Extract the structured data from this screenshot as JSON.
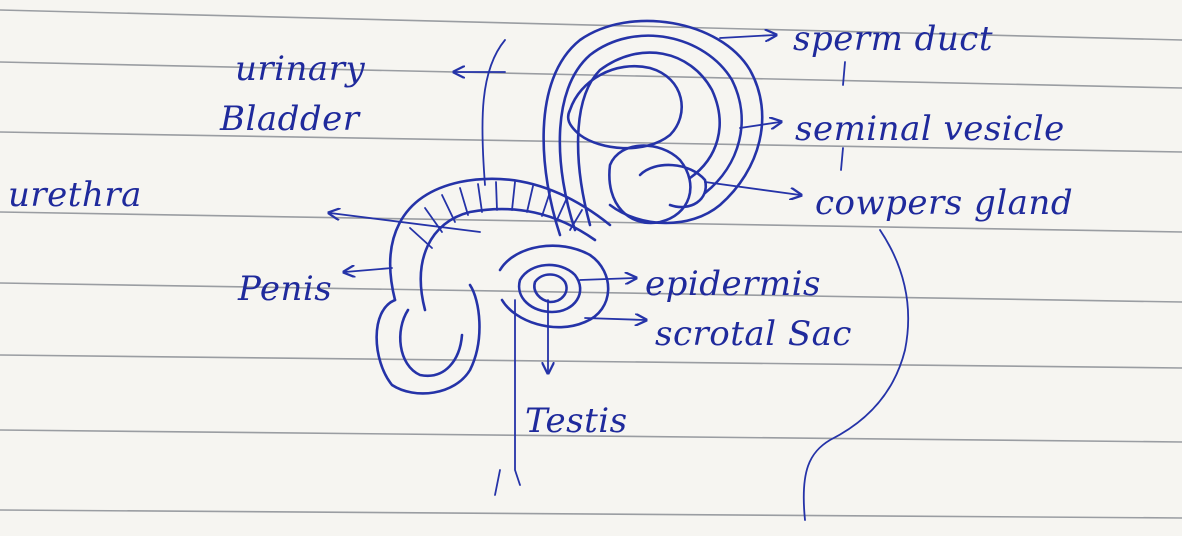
{
  "labels": {
    "sperm_duct": "sperm duct",
    "seminal_vesicle": "seminal vesicle",
    "cowpers_gland": "cowpers gland",
    "urinary": "urinary",
    "bladder": "Bladder",
    "urethra": "urethra",
    "penis": "Penis",
    "epidermis": "epidermis",
    "scrotal_sac": "scrotal Sac",
    "testis": "Testis"
  },
  "colors": {
    "ink": "#2533a8",
    "paper": "#f6f5f1",
    "ruled_line": "#7c8088"
  }
}
